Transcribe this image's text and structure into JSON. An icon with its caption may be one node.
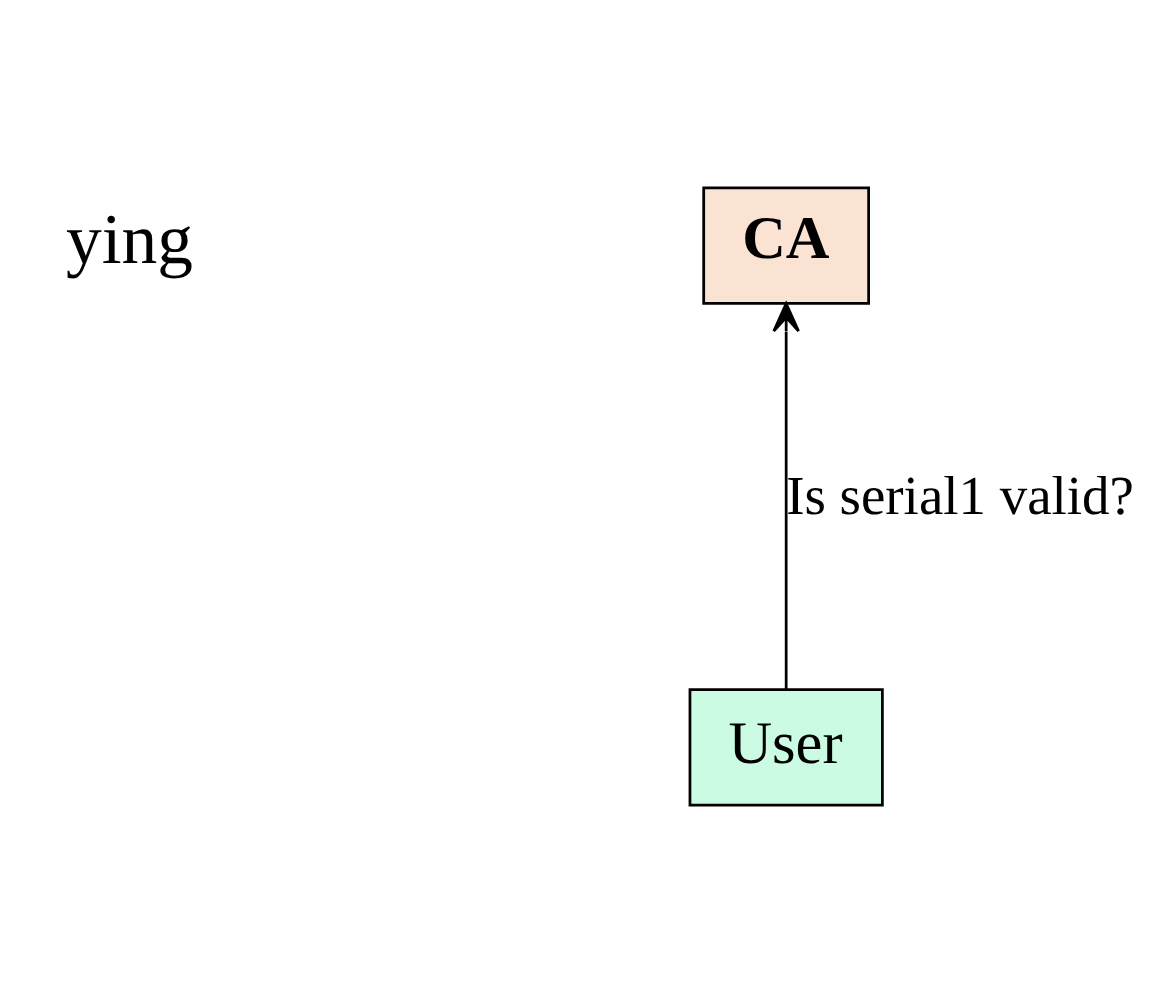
{
  "diagram": {
    "nodes": [
      {
        "text": [
          "CA"
        ]
      },
      {
        "text": [
          "User"
        ]
      }
    ],
    "edges": [
      {
        "from": 1,
        "to": 0,
        "arrow": "to",
        "label": "Is serial1 valid?"
      }
    ],
    "labels": [
      "ying"
    ]
  }
}
